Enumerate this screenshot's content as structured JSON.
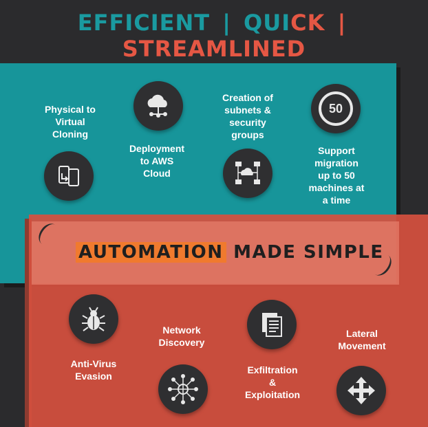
{
  "header": {
    "efficient": "EFFICIENT",
    "sep1": "|",
    "quick_part1": "QUI",
    "quick_part2": "CK",
    "sep2": "|",
    "streamlined": "STREAMLINED"
  },
  "teal_section": {
    "items": [
      {
        "label": "Physical to\nVirtual\nCloning",
        "icon": "phone-transfer-icon"
      },
      {
        "label": "Deployment\nto AWS\nCloud",
        "icon": "cloud-network-icon"
      },
      {
        "label": "Creation of\nsubnets &\nsecurity\ngroups",
        "icon": "network-diagram-icon"
      },
      {
        "label": "Support\nmigration\nup to 50\nmachines at\na time",
        "icon": "number-50-icon",
        "icon_text": "50"
      }
    ]
  },
  "band": {
    "highlight": "AUTOMATION",
    "rest": " MADE SIMPLE"
  },
  "red_section": {
    "items": [
      {
        "label": "Anti-Virus\nEvasion",
        "icon": "bug-icon"
      },
      {
        "label": "Network\nDiscovery",
        "icon": "globe-network-icon"
      },
      {
        "label": "Exfiltration\n&\nExploitation",
        "icon": "documents-icon"
      },
      {
        "label": "Lateral\nMovement",
        "icon": "move-arrows-icon"
      }
    ]
  },
  "colors": {
    "background": "#2b2b2d",
    "teal": "#17959a",
    "coral": "#d6503f",
    "orange_highlight": "#f07a2e",
    "icon_circle": "#2f2f31"
  }
}
